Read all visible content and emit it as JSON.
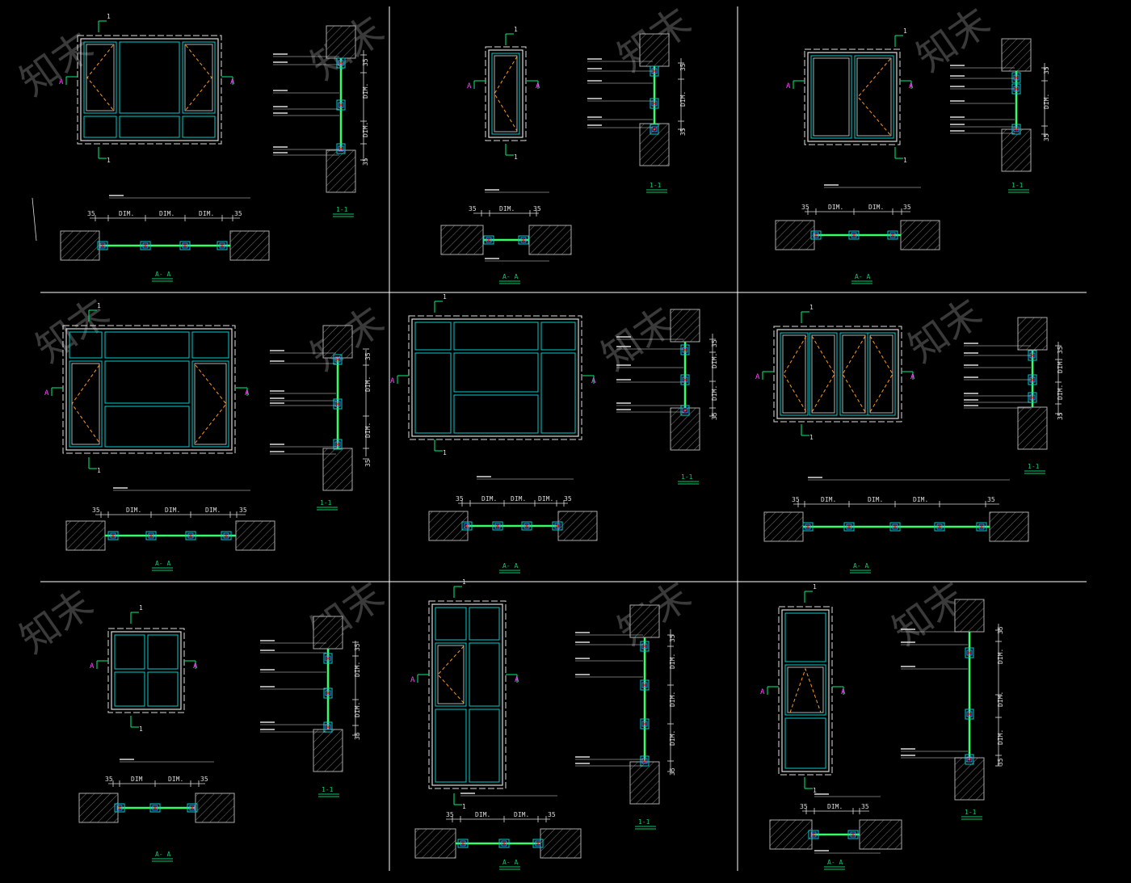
{
  "colors": {
    "background": "#000000",
    "frame": "#dddddd",
    "sash": "#00cccc",
    "opening": "#ff9922",
    "sectionMark": "#00cc66",
    "sectionLetter": "#ff44ff",
    "dimension": "#dddddd",
    "glass": "#33ff66",
    "wall": "#888888",
    "watermark": "#3a3a3a"
  },
  "labels": {
    "section_marker": "1",
    "section_letter": "A",
    "dim_text": "DIM.",
    "dim_text_short": "DIM",
    "dim_35": "35",
    "title_section_11": "1-1",
    "title_section_aa": "A- A",
    "watermark_text": "知末"
  },
  "panels": [
    {
      "id": "p1",
      "layout": "2-side-casement"
    },
    {
      "id": "p2",
      "layout": "single-casement"
    },
    {
      "id": "p3",
      "layout": "two-panel-right-casement"
    },
    {
      "id": "p4",
      "layout": "transom-2-side-casement"
    },
    {
      "id": "p5",
      "layout": "fixed-grid"
    },
    {
      "id": "p6",
      "layout": "four-leaf-casement"
    },
    {
      "id": "p7",
      "layout": "four-pane-fixed"
    },
    {
      "id": "p8",
      "layout": "tall-left-casement"
    },
    {
      "id": "p9",
      "layout": "tall-top-hung"
    }
  ]
}
